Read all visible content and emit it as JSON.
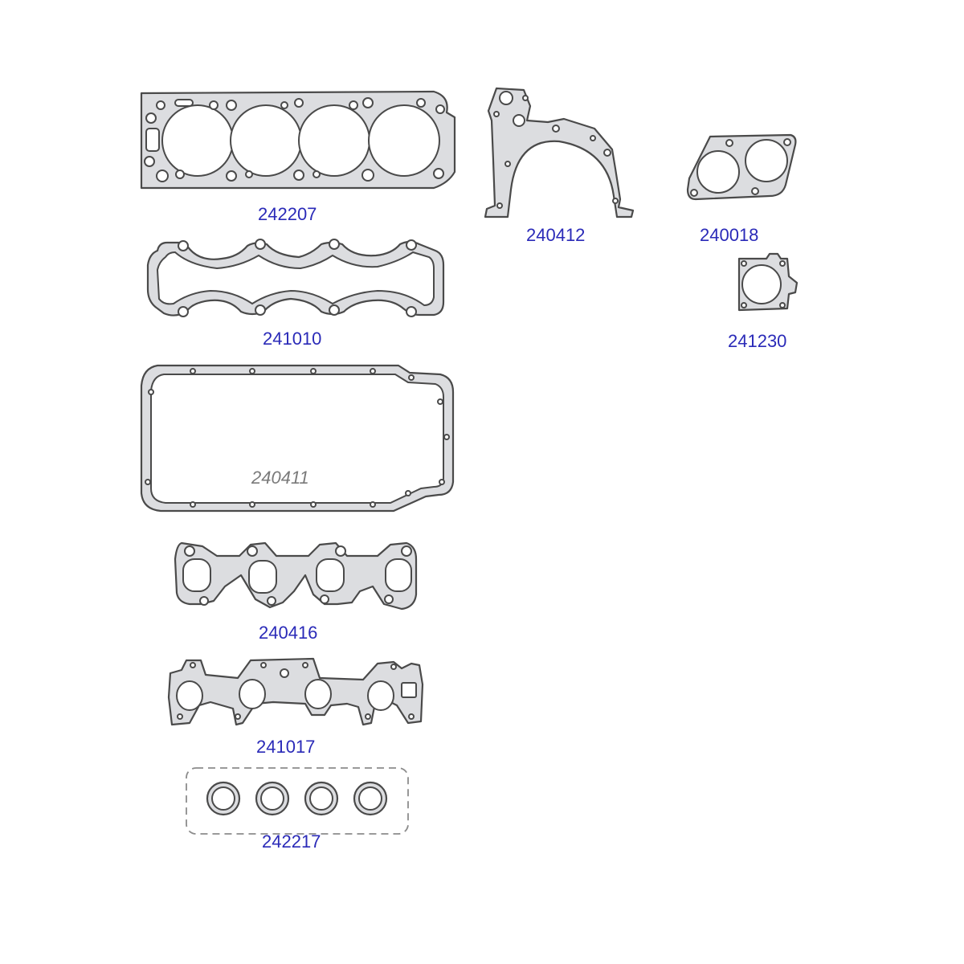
{
  "parts": {
    "head_gasket": "242207",
    "timing_cover": "240412",
    "flange_double": "240018",
    "flange_single": "241230",
    "valve_cover": "241010",
    "oil_pan": "240411",
    "exhaust_manifold": "240416",
    "intake_manifold": "241017",
    "valve_seals": "242217"
  }
}
